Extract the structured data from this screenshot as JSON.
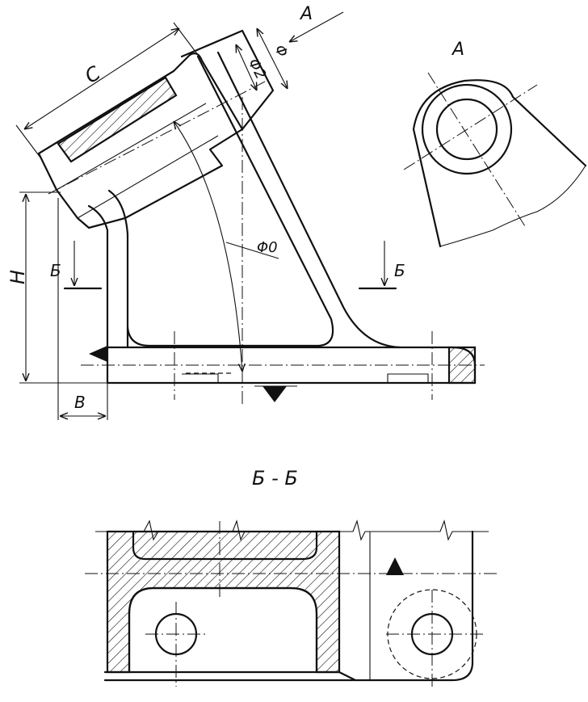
{
  "labels": {
    "c": "C",
    "phi2": "Φ2",
    "phi": "Φ",
    "a_arrow": "A",
    "a_view": "A",
    "h": "H",
    "b_dim": "B",
    "phi0": "Φ0",
    "cut_left": "Б",
    "cut_right": "Б",
    "section_title": "Б - Б"
  }
}
